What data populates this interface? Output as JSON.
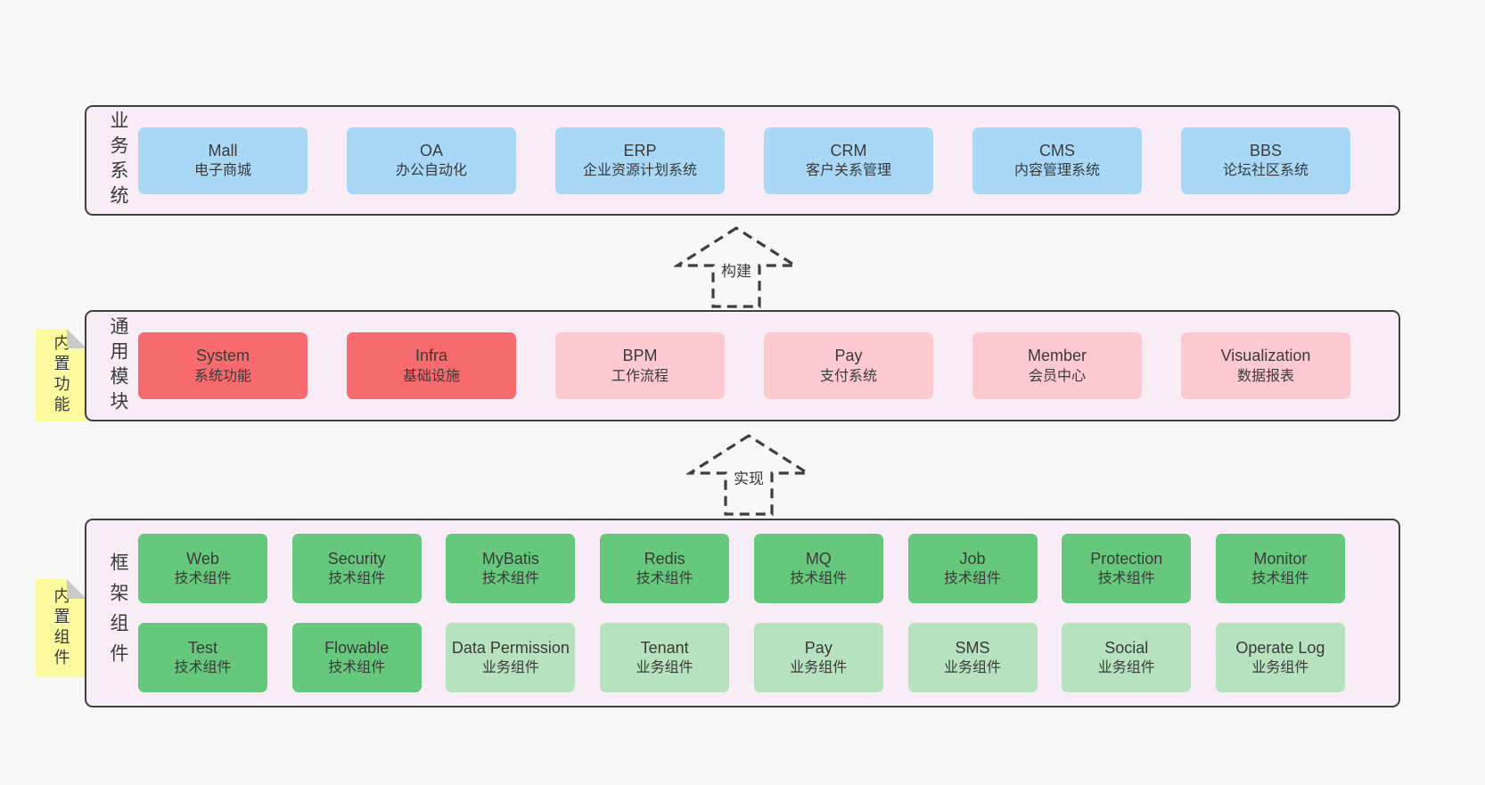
{
  "colors": {
    "page-bg": "#f8f8f8",
    "band-bg": "#f8edf6",
    "band-border": "#3f3f3f",
    "text": "#3a3a3a",
    "blue": "#a8d8f5",
    "red": "#f76b6e",
    "pink": "#fdc9d1",
    "green": "#65c87c",
    "green-light": "#b6e2bd",
    "sticky": "#fbfa9f",
    "sticky-fold": "#c9c9c9"
  },
  "bands": {
    "business": {
      "label": "业务系统",
      "boxes": [
        {
          "title": "Mall",
          "subtitle": "电子商城",
          "variant": "blue"
        },
        {
          "title": "OA",
          "subtitle": "办公自动化",
          "variant": "blue"
        },
        {
          "title": "ERP",
          "subtitle": "企业资源计划系统",
          "variant": "blue"
        },
        {
          "title": "CRM",
          "subtitle": "客户关系管理",
          "variant": "blue"
        },
        {
          "title": "CMS",
          "subtitle": "内容管理系统",
          "variant": "blue"
        },
        {
          "title": "BBS",
          "subtitle": "论坛社区系统",
          "variant": "blue"
        }
      ]
    },
    "modules": {
      "label": "通用模块",
      "sticky": "内置功能",
      "boxes": [
        {
          "title": "System",
          "subtitle": "系统功能",
          "variant": "red"
        },
        {
          "title": "Infra",
          "subtitle": "基础设施",
          "variant": "red"
        },
        {
          "title": "BPM",
          "subtitle": "工作流程",
          "variant": "pink"
        },
        {
          "title": "Pay",
          "subtitle": "支付系统",
          "variant": "pink"
        },
        {
          "title": "Member",
          "subtitle": "会员中心",
          "variant": "pink"
        },
        {
          "title": "Visualization",
          "subtitle": "数据报表",
          "variant": "pink"
        }
      ]
    },
    "components": {
      "label": "框架组件",
      "sticky": "内置组件",
      "row1": [
        {
          "title": "Web",
          "subtitle": "技术组件",
          "variant": "green"
        },
        {
          "title": "Security",
          "subtitle": "技术组件",
          "variant": "green"
        },
        {
          "title": "MyBatis",
          "subtitle": "技术组件",
          "variant": "green"
        },
        {
          "title": "Redis",
          "subtitle": "技术组件",
          "variant": "green"
        },
        {
          "title": "MQ",
          "subtitle": "技术组件",
          "variant": "green"
        },
        {
          "title": "Job",
          "subtitle": "技术组件",
          "variant": "green"
        },
        {
          "title": "Protection",
          "subtitle": "技术组件",
          "variant": "green"
        },
        {
          "title": "Monitor",
          "subtitle": "技术组件",
          "variant": "green"
        }
      ],
      "row2": [
        {
          "title": "Test",
          "subtitle": "技术组件",
          "variant": "green"
        },
        {
          "title": "Flowable",
          "subtitle": "技术组件",
          "variant": "green"
        },
        {
          "title": "Data Permission",
          "subtitle": "业务组件",
          "variant": "green-light"
        },
        {
          "title": "Tenant",
          "subtitle": "业务组件",
          "variant": "green-light"
        },
        {
          "title": "Pay",
          "subtitle": "业务组件",
          "variant": "green-light"
        },
        {
          "title": "SMS",
          "subtitle": "业务组件",
          "variant": "green-light"
        },
        {
          "title": "Social",
          "subtitle": "业务组件",
          "variant": "green-light"
        },
        {
          "title": "Operate Log",
          "subtitle": "业务组件",
          "variant": "green-light"
        }
      ]
    }
  },
  "arrows": [
    {
      "label": "构建"
    },
    {
      "label": "实现"
    }
  ]
}
